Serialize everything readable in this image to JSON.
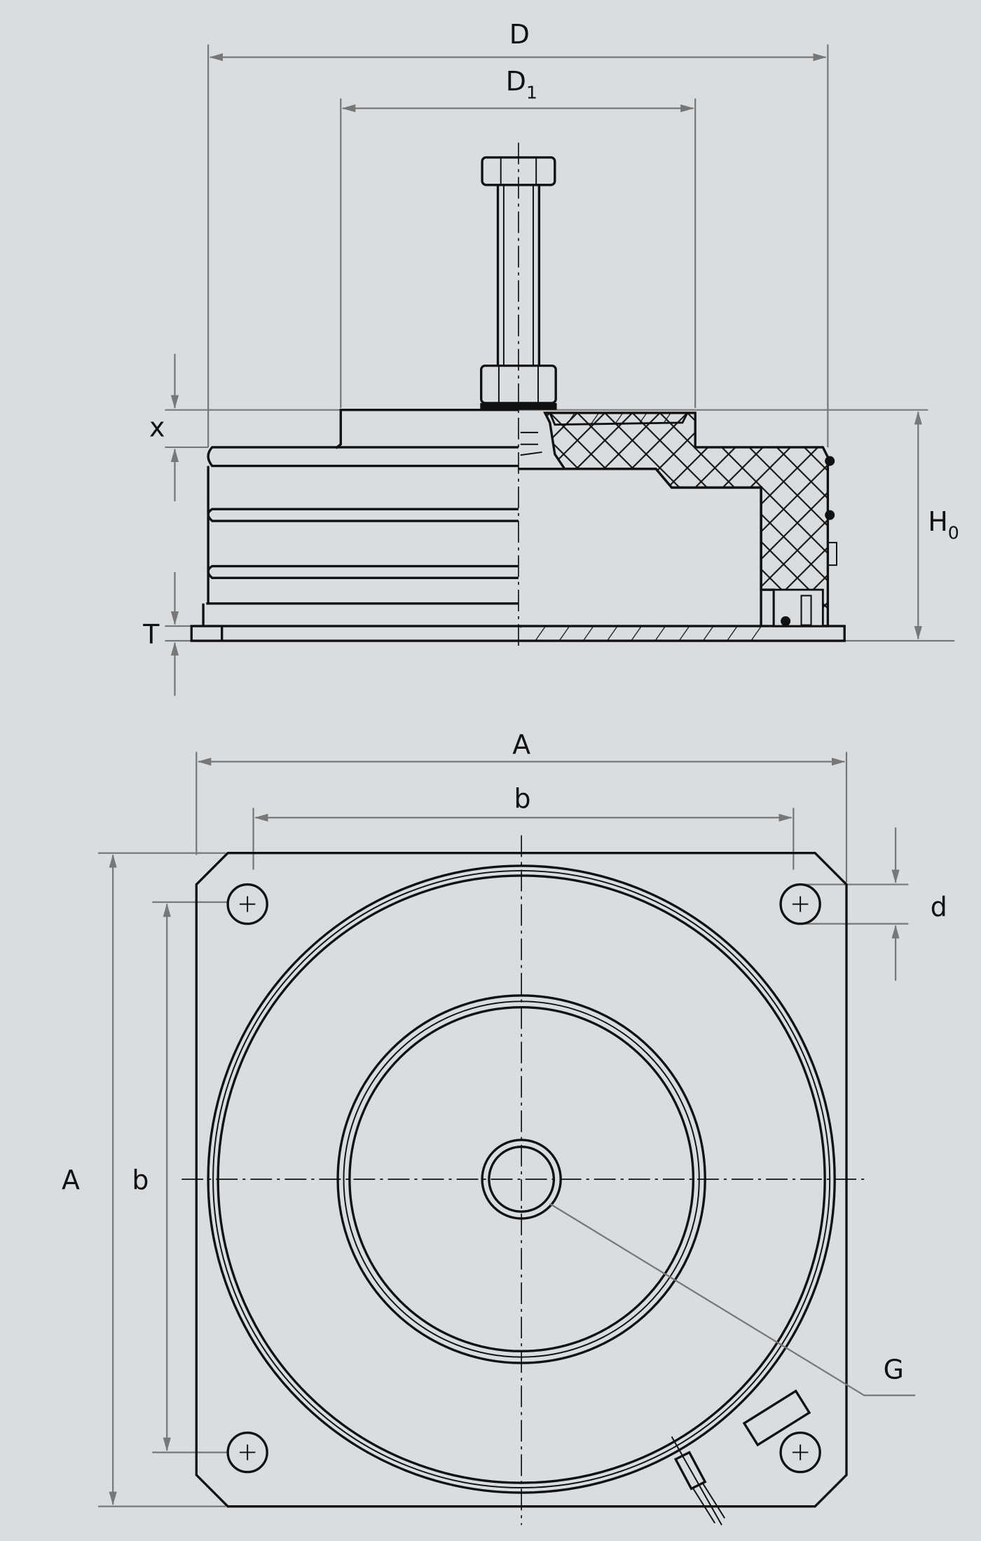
{
  "title": "Drawing of a machine mount: side section view and top view",
  "colors": {
    "background": "#dadde0",
    "line": "#111111",
    "dimension": "#777777"
  },
  "labels": {
    "D": "D",
    "D1_main": "D",
    "D1_sub": "1",
    "x": "x",
    "H0_main": "H",
    "H0_sub": "0",
    "T": "T",
    "A_top": "A",
    "b_top": "b",
    "d": "d",
    "A_left": "A",
    "b_left": "b",
    "G": "G"
  }
}
